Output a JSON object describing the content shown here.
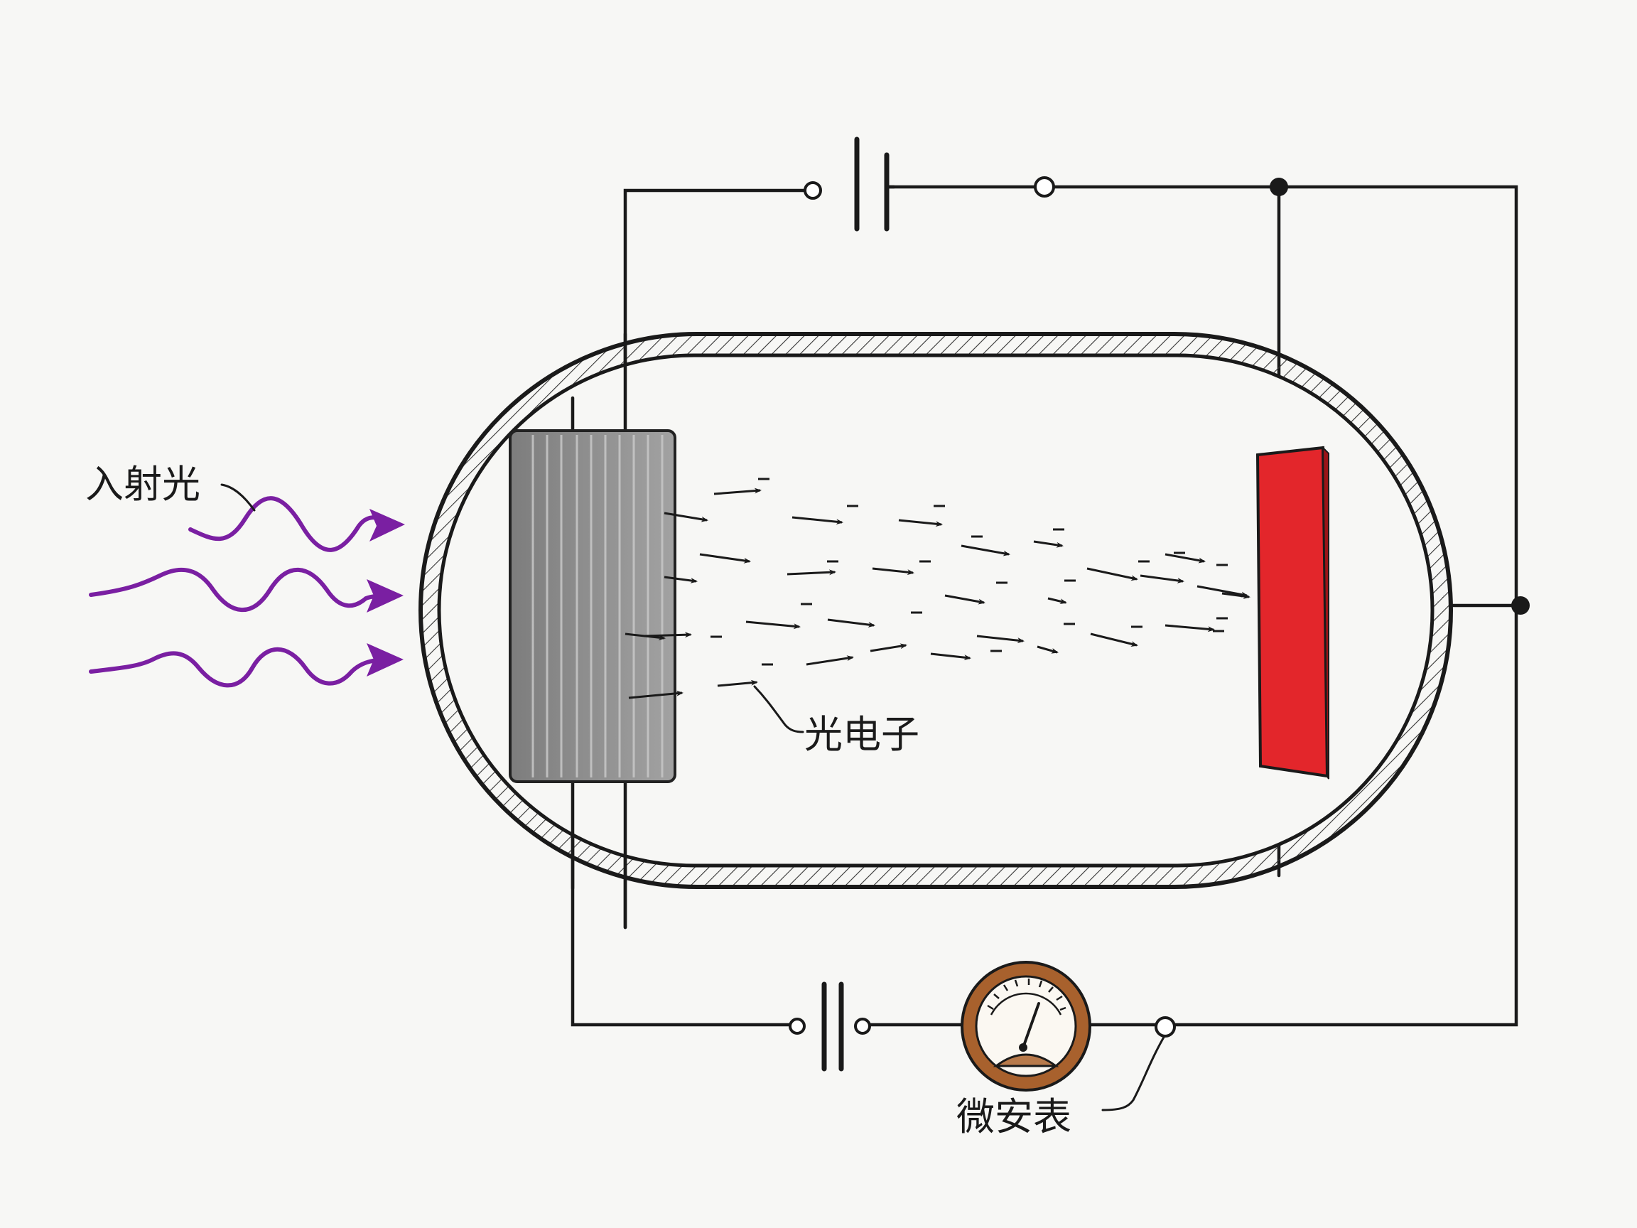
{
  "labels": {
    "incident_light": "入射光",
    "photoelectron": "光电子",
    "microammeter": "微安表"
  },
  "colors": {
    "background": "#f7f7f5",
    "wire": "#1a1a1a",
    "light_wave": "#7a1fa2",
    "cathode_fill": "#8c8c8c",
    "anode_fill": "#e3262b",
    "meter_ring": "#a8612d",
    "meter_face": "#fbf8f2",
    "meter_base": "#b87a4b"
  },
  "icons": {
    "battery_top": "battery-symbol",
    "battery_bottom": "battery-symbol",
    "meter": "microammeter-gauge",
    "terminal": "open-circle-terminal",
    "junction": "filled-dot-junction",
    "electron_mark": "minus-sign",
    "electron_path": "arrow"
  }
}
